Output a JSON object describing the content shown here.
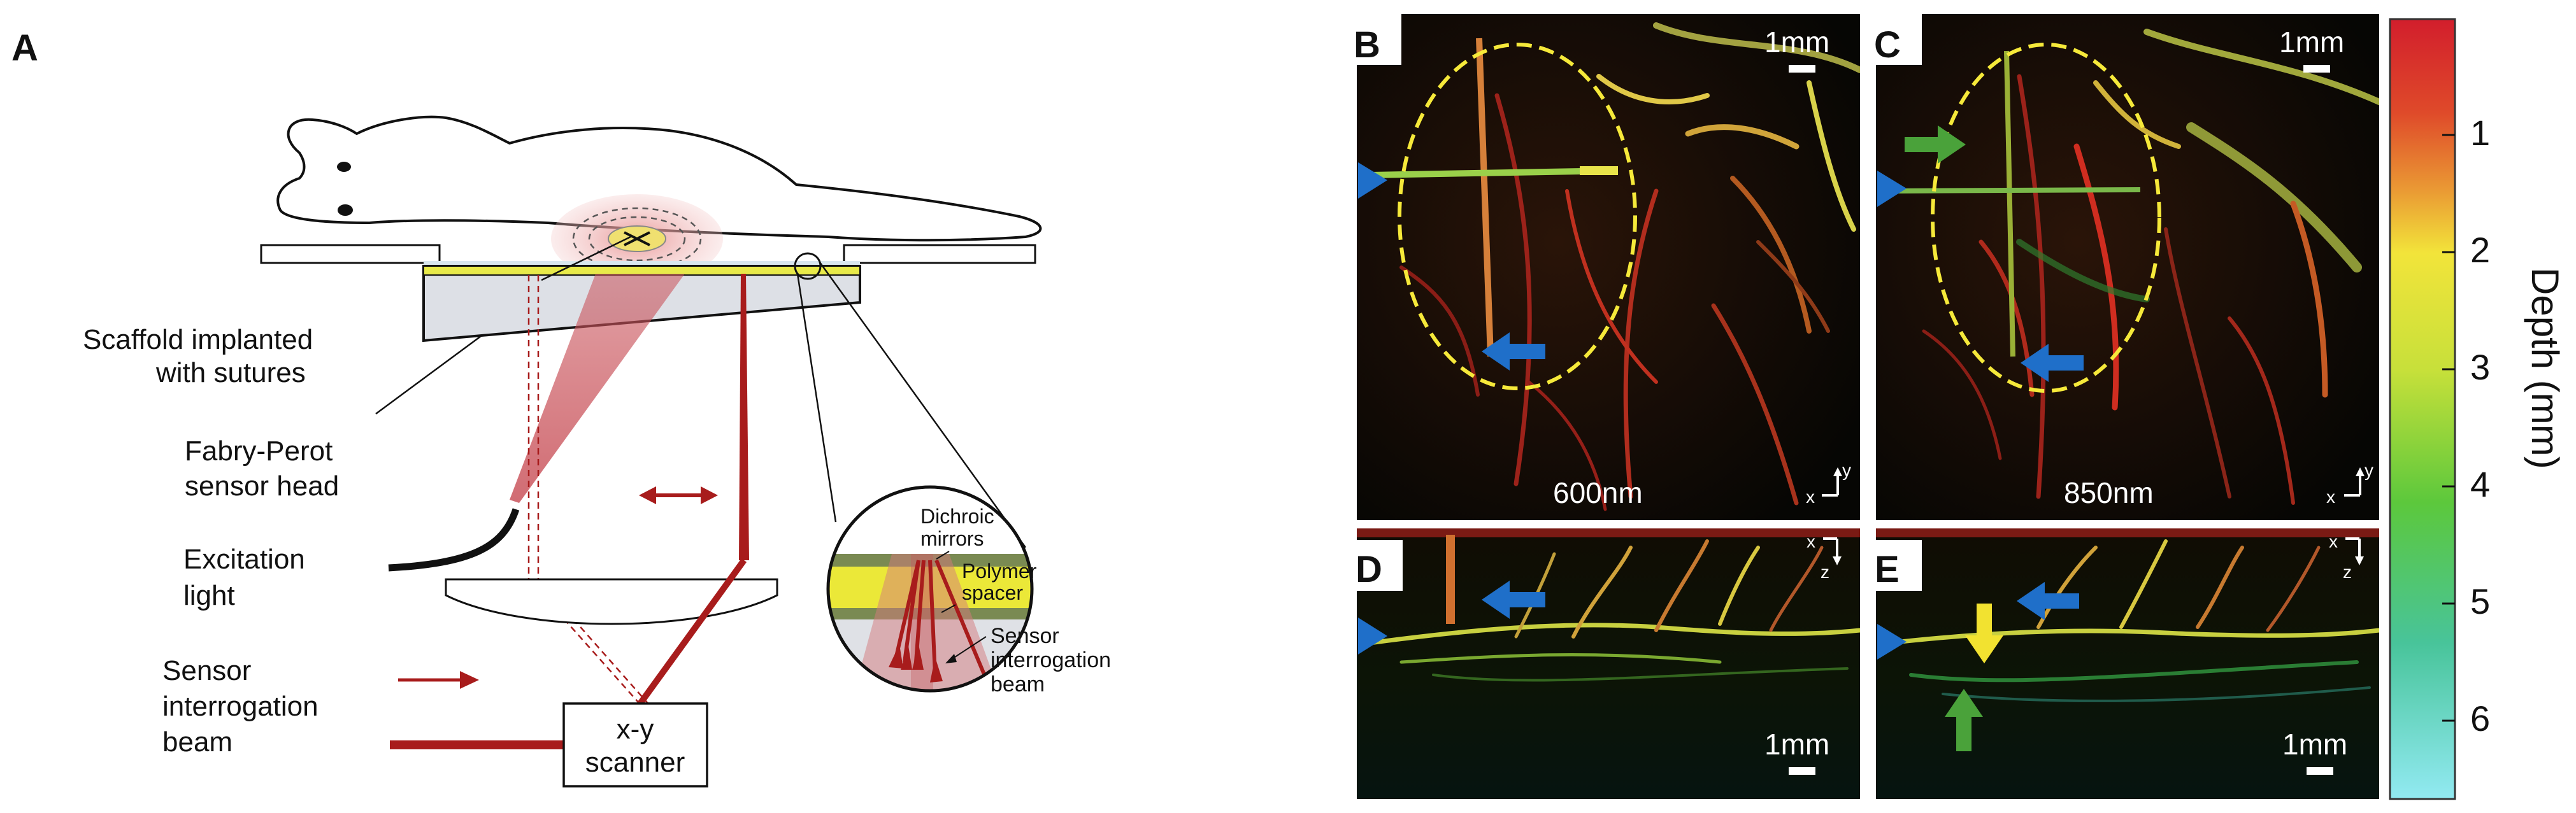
{
  "panel_labels": {
    "a": "A",
    "b": "B",
    "c": "C",
    "d": "D",
    "e": "E"
  },
  "schematic": {
    "scaffold_label": [
      "Scaffold implanted",
      "with sutures"
    ],
    "sensor_head_label": [
      "Fabry-Perot",
      "sensor head"
    ],
    "excitation_label": [
      "Excitation",
      "light"
    ],
    "interrogation_label": [
      "Sensor",
      "interrogation",
      "beam"
    ],
    "scanner_label": [
      "x-y",
      "scanner"
    ],
    "inset": {
      "mirrors_label": [
        "Dichroic",
        "mirrors"
      ],
      "spacer_label": [
        "Polymer",
        "spacer"
      ],
      "beam_label": [
        "Sensor",
        "interrogation",
        "beam"
      ]
    }
  },
  "images": {
    "scale_bar": "1mm",
    "b_wavelength": "600nm",
    "c_wavelength": "850nm",
    "axis_x": "x",
    "axis_y": "y",
    "axis_z": "z"
  },
  "colorbar": {
    "title": "Depth (mm)",
    "ticks": [
      "1",
      "2",
      "3",
      "4",
      "5",
      "6"
    ],
    "colors_top_to_bottom": [
      "#d4202a",
      "#e4652a",
      "#eaa23a",
      "#f0e63a",
      "#a6d83a",
      "#56c83a",
      "#4ec9a0",
      "#8fe8f0"
    ]
  },
  "colors": {
    "beam_red": "#a81c1c",
    "arrow_blue": "#1f6fc9",
    "arrow_green": "#4aa23a",
    "arrow_yellow": "#f2e230",
    "ellipse_yellow": "#f6e93a"
  }
}
